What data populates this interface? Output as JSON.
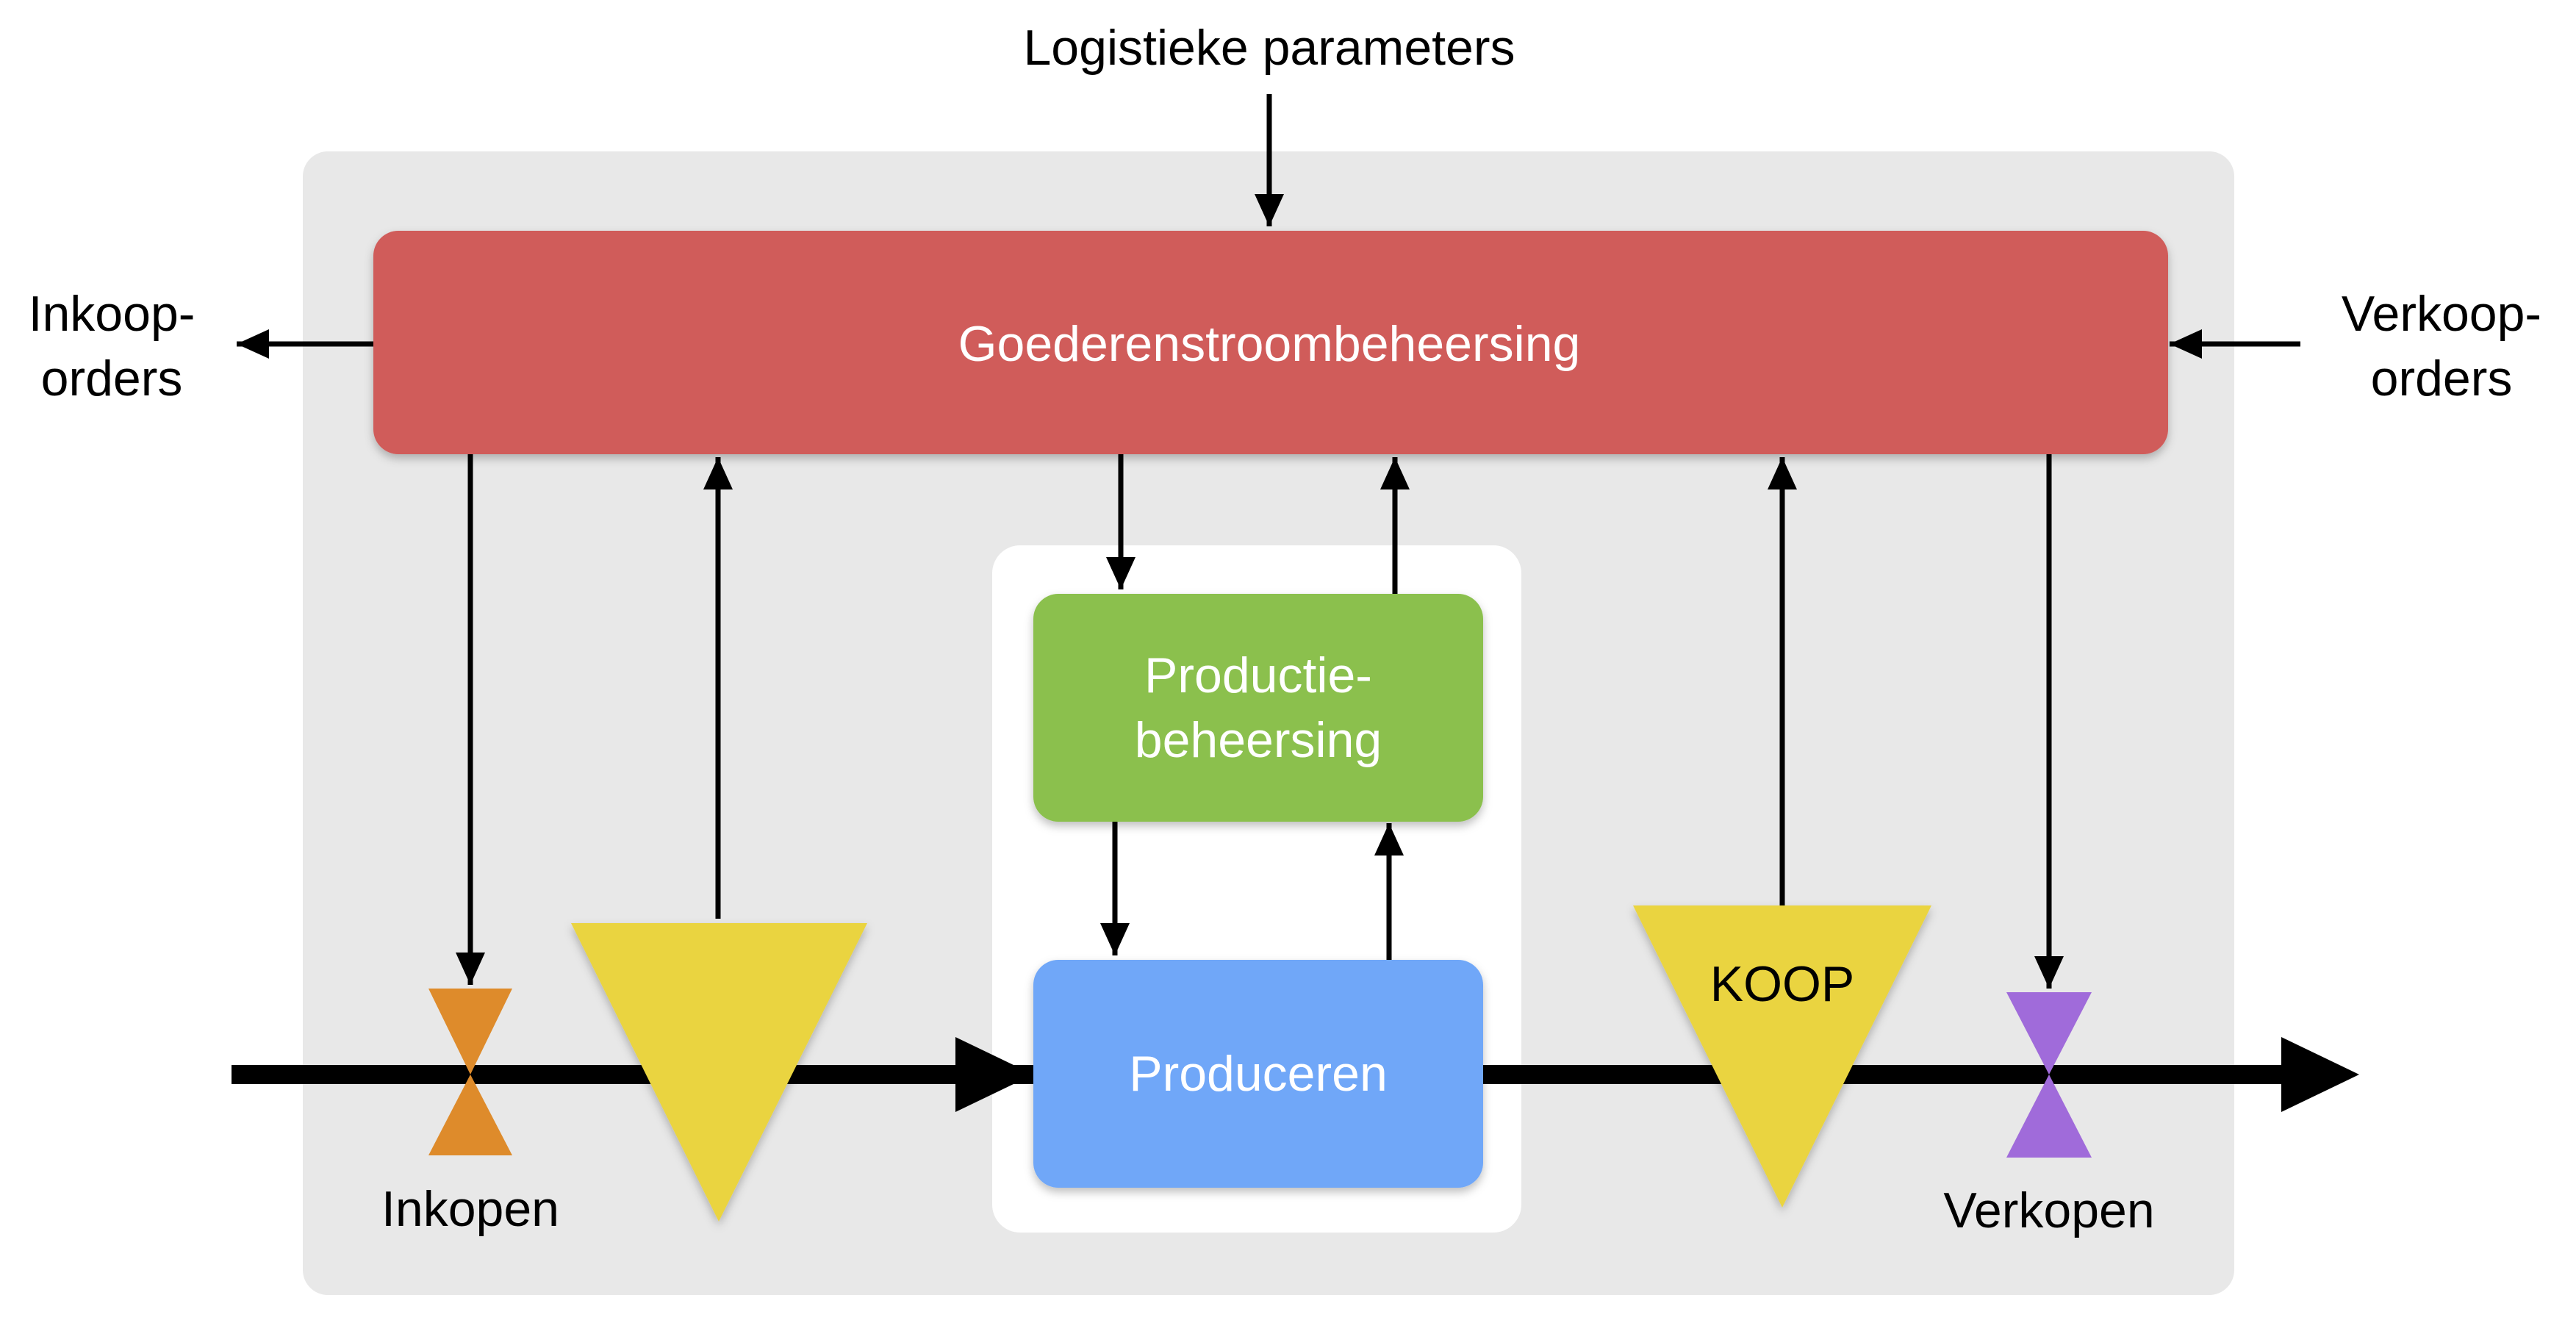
{
  "diagram": {
    "title": "Logistieke parameters",
    "left_label_1": "Inkoop-",
    "left_label_2": "orders",
    "right_label_1": "Verkoop-",
    "right_label_2": "orders",
    "main_box": "Goederenstroombeheersing",
    "production_control_1": "Productie-",
    "production_control_2": "beheersing",
    "produce_box": "Produceren",
    "inkopen_label": "Inkopen",
    "verkopen_label": "Verkopen",
    "koop_label": "KOOP"
  },
  "colors": {
    "outer_panel": "#E8E8E8",
    "main_box": "#D05C5A",
    "production_control": "#8BC04E",
    "produce": "#6FA7F8",
    "triangle": "#EAD43F",
    "inkopen_valve": "#DE8B2B",
    "verkopen_valve": "#A06BDA",
    "inner_panel": "#FFFFFF",
    "line": "#000000"
  }
}
